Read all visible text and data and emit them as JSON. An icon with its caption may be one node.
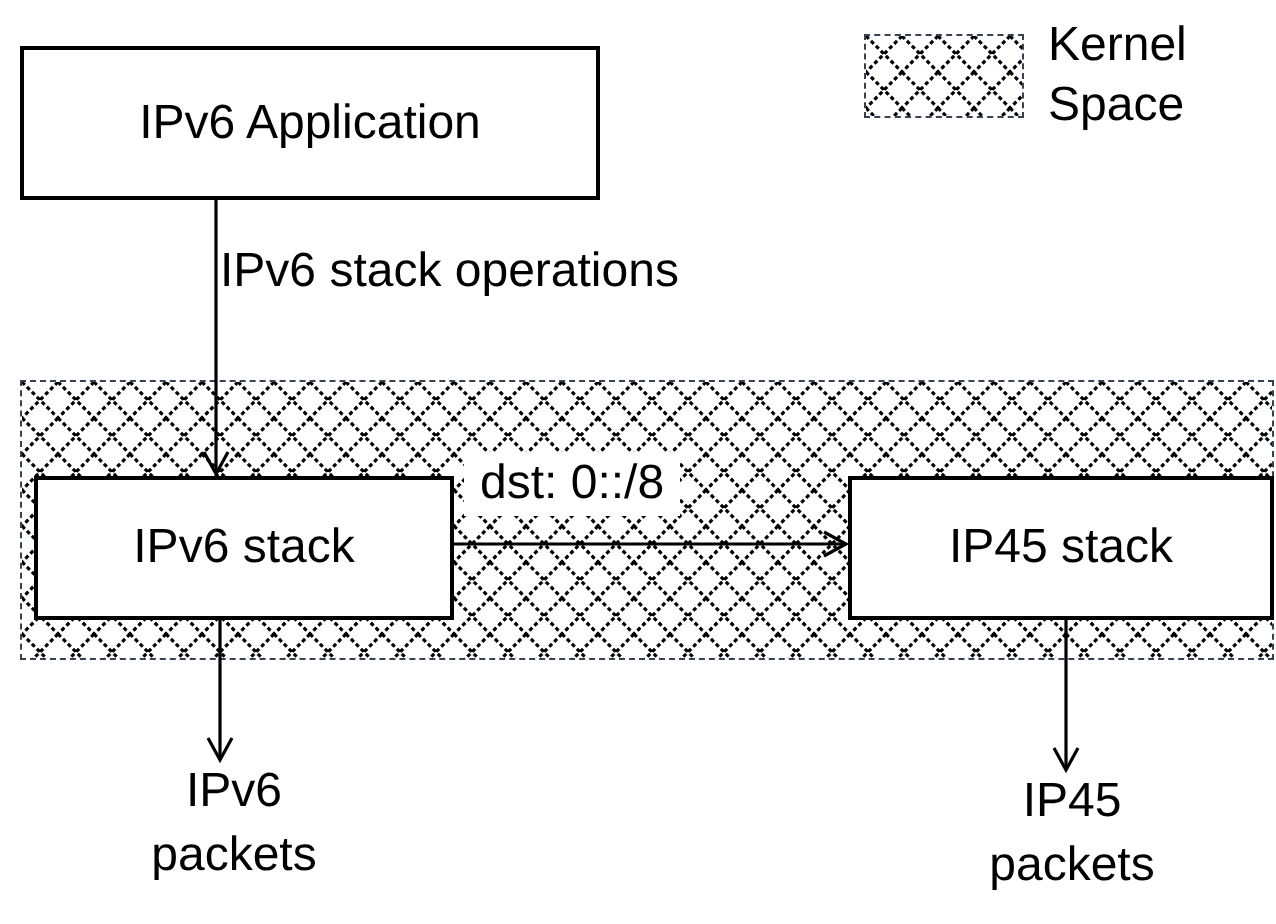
{
  "diagram": {
    "nodes": [
      {
        "text": [
          "IPv6 Application"
        ]
      },
      {
        "text": [],
        "shape": "box"
      },
      {
        "text": [
          "IPv6 stack"
        ],
        "in": 1
      },
      {
        "text": [
          "IP45 stack"
        ],
        "in": 1
      },
      {
        "text": [
          "IPv6 packets"
        ]
      },
      {
        "text": [
          "IP45 packets"
        ]
      }
    ],
    "edges": [
      {
        "from": 0,
        "to": 2,
        "arrow": "to",
        "label": "IPv6 stack operations"
      },
      {
        "from": 2,
        "to": 3,
        "arrow": "to",
        "label": "dst: 0::/8"
      },
      {
        "from": 2,
        "to": 4,
        "arrow": "to"
      },
      {
        "from": 3,
        "to": 5,
        "arrow": "to"
      }
    ],
    "legend": [
      {
        "text": "Kernel Space"
      }
    ]
  }
}
